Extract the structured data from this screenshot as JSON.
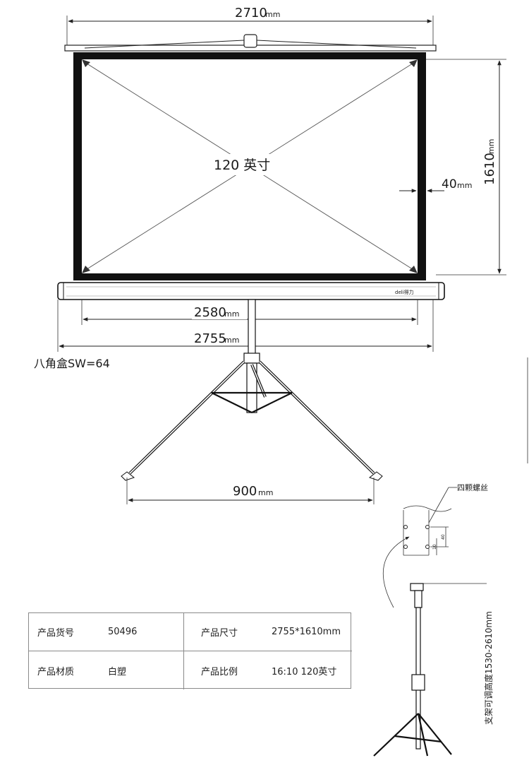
{
  "dimensions": {
    "top_width": {
      "value": "2710",
      "unit": "mm"
    },
    "height": {
      "value": "1610",
      "unit": "mm"
    },
    "border": {
      "value": "40",
      "unit": "mm"
    },
    "inner_width": {
      "value": "2580",
      "unit": "mm"
    },
    "case_width": {
      "value": "2755",
      "unit": "mm"
    },
    "leg_span": {
      "value": "900",
      "unit": "mm"
    }
  },
  "screen": {
    "diagonal_label": "120 英寸",
    "brand_mark": "deli得力"
  },
  "notes": {
    "octagon_box": "八角盒SW=64",
    "screws": "四颗螺丝",
    "stand_height": "支架可调高度1530-2610mm",
    "hole_dim_a": "10",
    "hole_dim_b": "40"
  },
  "specs": [
    {
      "label": "产品货号",
      "value": "50496"
    },
    {
      "label": "产品尺寸",
      "value": "2755*1610mm"
    },
    {
      "label": "产品材质",
      "value": "白塑"
    },
    {
      "label": "产品比例",
      "value": "16:10  120英寸"
    }
  ]
}
